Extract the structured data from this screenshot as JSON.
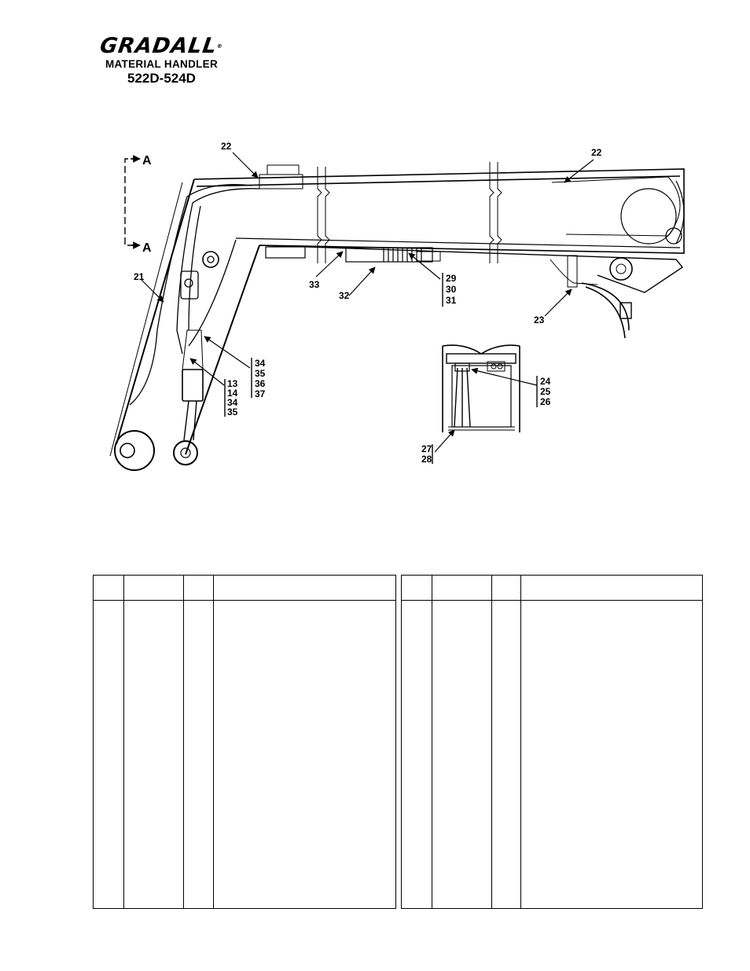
{
  "header": {
    "logo_text": "GRADALL",
    "registered_mark": "®",
    "subtitle": "MATERIAL HANDLER",
    "model": "522D-524D"
  },
  "drawing": {
    "section_marker": "A",
    "callouts": {
      "c21": "21",
      "c22a": "22",
      "c22b": "22",
      "c23": "23",
      "c32": "32",
      "c33": "33",
      "g29": [
        "29",
        "30",
        "31"
      ],
      "g34": [
        "34",
        "35",
        "36",
        "37"
      ],
      "g13": [
        "13",
        "14",
        "34",
        "35"
      ],
      "g24": [
        "24",
        "25",
        "26"
      ],
      "g27": [
        "27",
        "28"
      ]
    }
  },
  "parts_table": {
    "left_columns": 4,
    "right_columns": 4,
    "rows": []
  }
}
